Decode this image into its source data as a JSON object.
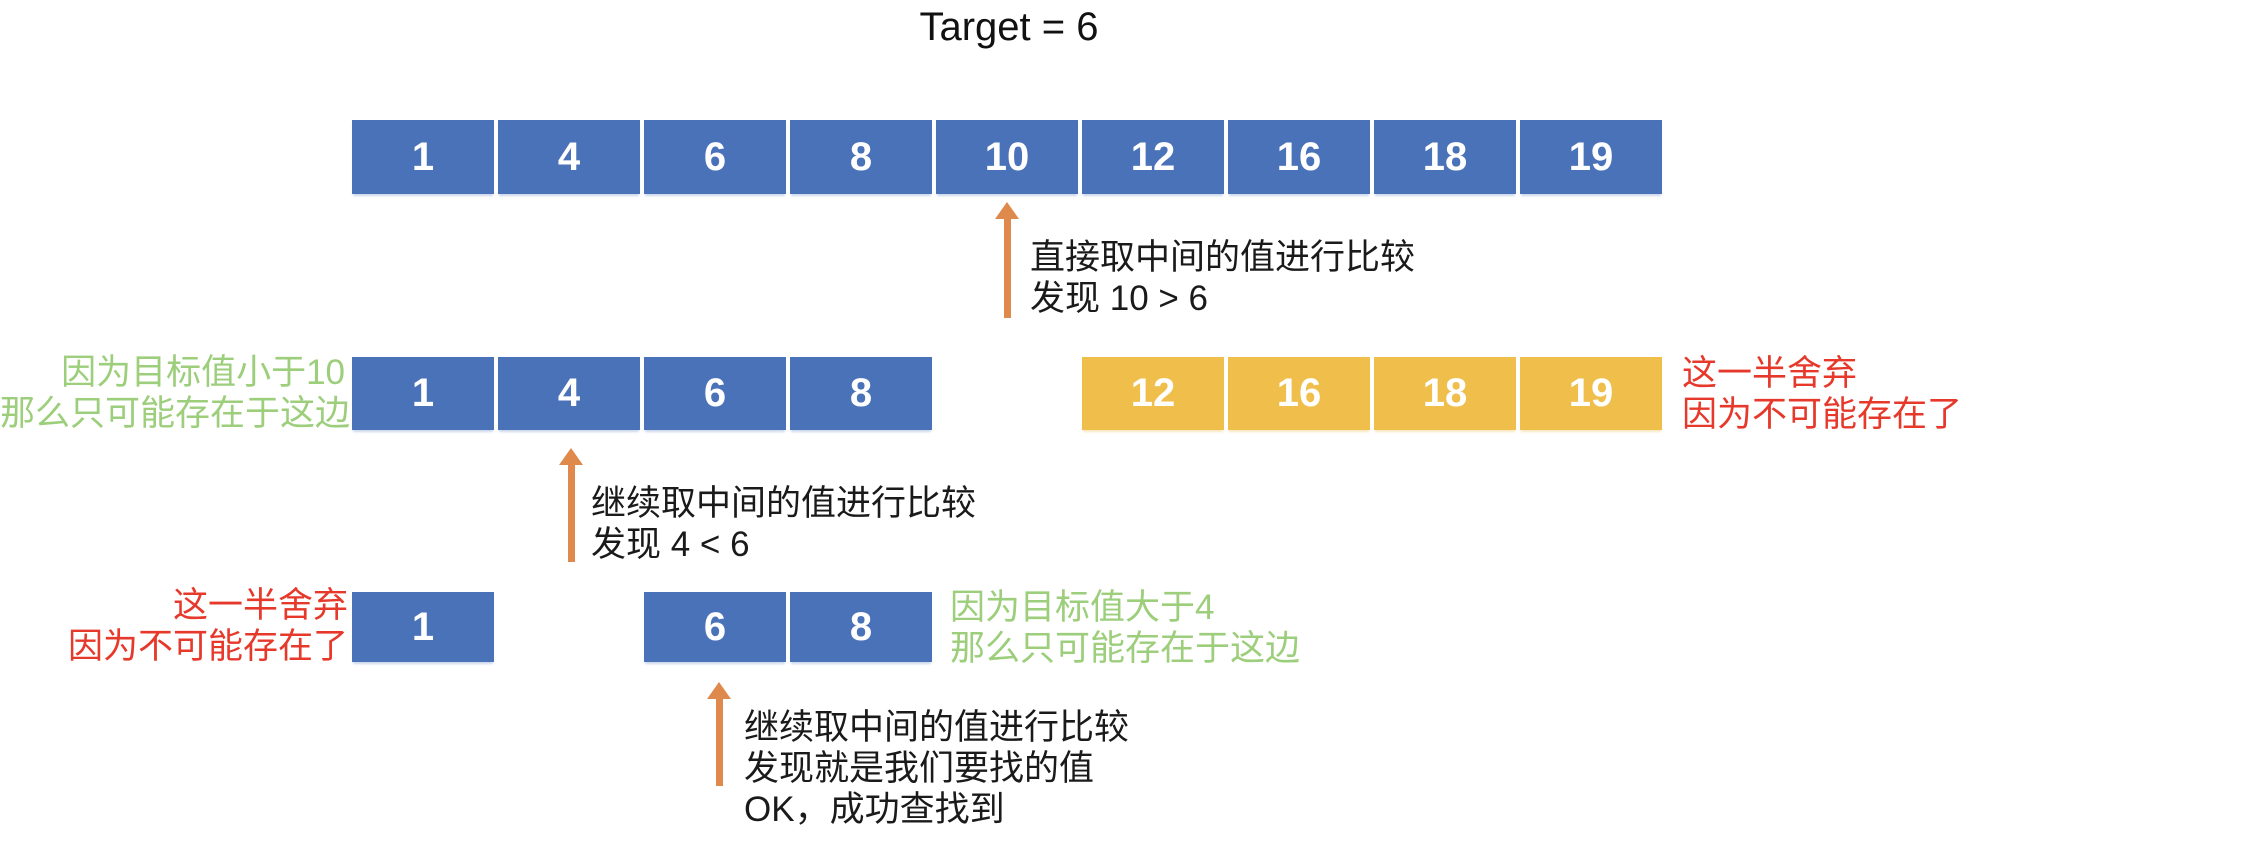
{
  "title": "Target = 6",
  "colors": {
    "box_blue": "#4A72B8",
    "box_yellow": "#EFBE4B",
    "text_green": "#9CCE7B",
    "text_red": "#E6392B",
    "arrow_orange": "#E0894C",
    "text_black": "#1A1A1A"
  },
  "array_rows": {
    "row1": {
      "cells": [
        "1",
        "4",
        "6",
        "8",
        "10",
        "12",
        "16",
        "18",
        "19"
      ]
    },
    "row2": {
      "kept": [
        "1",
        "4",
        "6",
        "8"
      ],
      "discarded": [
        "12",
        "16",
        "18",
        "19"
      ]
    },
    "row3": {
      "discarded": [
        "1"
      ],
      "kept": [
        "6",
        "8"
      ]
    }
  },
  "annotations": {
    "step1": {
      "line1": "直接取中间的值进行比较",
      "line2": "发现 10 > 6"
    },
    "step2": {
      "line1": "继续取中间的值进行比较",
      "line2": "发现 4 < 6"
    },
    "step3": {
      "line1": "继续取中间的值进行比较",
      "line2": "发现就是我们要找的值",
      "line3": "OK，成功查找到"
    }
  },
  "labels": {
    "row2_left_green": {
      "line1": "因为目标值小于10",
      "line2": "那么只可能存在于这边"
    },
    "row2_right_red": {
      "line1": "这一半舍弃",
      "line2": "因为不可能存在了"
    },
    "row3_left_red": {
      "line1": "这一半舍弃",
      "line2": "因为不可能存在了"
    },
    "row3_right_green": {
      "line1": "因为目标值大于4",
      "line2": "那么只可能存在于这边"
    }
  }
}
